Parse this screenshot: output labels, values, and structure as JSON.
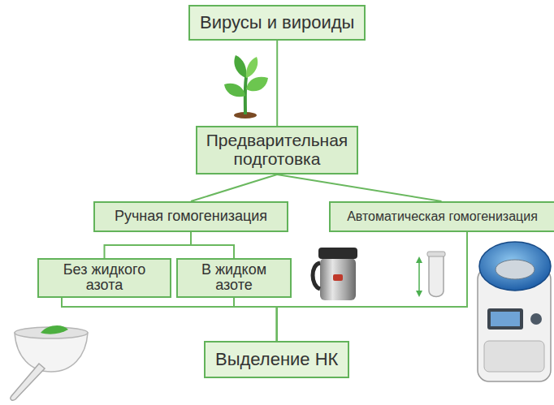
{
  "diagram": {
    "nodes": [
      {
        "text": [
          "Вирусы и вироиды"
        ]
      },
      {
        "text": [
          "Предварительная подготовка"
        ]
      },
      {
        "text": [
          "Ручная гомогенизация"
        ]
      },
      {
        "text": [
          "Автоматическая гомогенизация"
        ]
      },
      {
        "text": [
          "Без жидкого азота"
        ]
      },
      {
        "text": [
          "В жидком азоте"
        ]
      },
      {
        "text": [
          "Выделение НК"
        ]
      }
    ],
    "edges": [
      {
        "from": 0,
        "to": 1,
        "arrow": "none"
      },
      {
        "from": 1,
        "to": 2,
        "arrow": "none"
      },
      {
        "from": 1,
        "to": 3,
        "arrow": "none"
      },
      {
        "from": 2,
        "to": 4,
        "arrow": "none"
      },
      {
        "from": 2,
        "to": 5,
        "arrow": "none"
      },
      {
        "from": 4,
        "to": 6,
        "arrow": "none"
      },
      {
        "from": 5,
        "to": 6,
        "arrow": "none"
      },
      {
        "from": 3,
        "to": 6,
        "arrow": "none"
      }
    ]
  }
}
